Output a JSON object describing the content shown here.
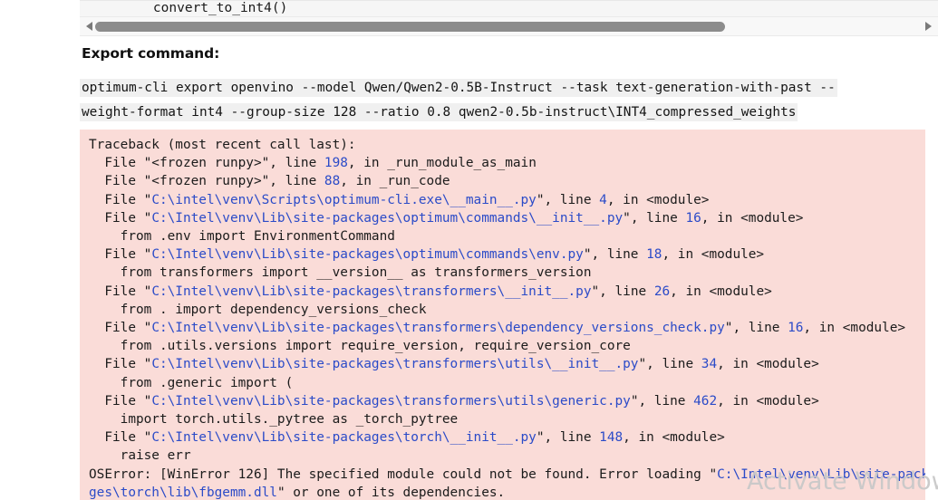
{
  "top_code_block": {
    "visible_line": "    convert_to_int4()"
  },
  "scrollbar": {
    "left_arrow_icon": "triangle-left-icon",
    "right_arrow_icon": "triangle-right-icon",
    "orientation": "horizontal"
  },
  "heading": {
    "export_command": "Export command:"
  },
  "export_command": {
    "line1": "optimum-cli export openvino --model Qwen/Qwen2-0.5B-Instruct --task text-generation-with-past --",
    "line2": "weight-format int4 --group-size 128 --ratio 0.8 qwen2-0.5b-instruct\\INT4_compressed_weights"
  },
  "traceback": {
    "title": "Traceback (most recent call last):",
    "frames": [
      {
        "indent": "  ",
        "prefix": "File \"",
        "path": "<frozen runpy>",
        "path_colored": false,
        "mid": "\", line ",
        "line": "198",
        "suffix": ", in _run_module_as_main",
        "code": null
      },
      {
        "indent": "  ",
        "prefix": "File \"",
        "path": "<frozen runpy>",
        "path_colored": false,
        "mid": "\", line ",
        "line": "88",
        "suffix": ", in _run_code",
        "code": null
      },
      {
        "indent": "  ",
        "prefix": "File \"",
        "path": "C:\\intel\\venv\\Scripts\\optimum-cli.exe\\__main__.py",
        "path_colored": true,
        "mid": "\", line ",
        "line": "4",
        "suffix": ", in <module>",
        "code": null
      },
      {
        "indent": "  ",
        "prefix": "File \"",
        "path": "C:\\Intel\\venv\\Lib\\site-packages\\optimum\\commands\\__init__.py",
        "path_colored": true,
        "mid": "\", line ",
        "line": "16",
        "suffix": ", in <module>",
        "code": "    from .env import EnvironmentCommand"
      },
      {
        "indent": "  ",
        "prefix": "File \"",
        "path": "C:\\Intel\\venv\\Lib\\site-packages\\optimum\\commands\\env.py",
        "path_colored": true,
        "mid": "\", line ",
        "line": "18",
        "suffix": ", in <module>",
        "code": "    from transformers import __version__ as transformers_version"
      },
      {
        "indent": "  ",
        "prefix": "File \"",
        "path": "C:\\Intel\\venv\\Lib\\site-packages\\transformers\\__init__.py",
        "path_colored": true,
        "mid": "\", line ",
        "line": "26",
        "suffix": ", in <module>",
        "code": "    from . import dependency_versions_check"
      },
      {
        "indent": "  ",
        "prefix": "File \"",
        "path": "C:\\Intel\\venv\\Lib\\site-packages\\transformers\\dependency_versions_check.py",
        "path_colored": true,
        "mid": "\", line ",
        "line": "16",
        "suffix": ", in <module>",
        "code": "    from .utils.versions import require_version, require_version_core"
      },
      {
        "indent": "  ",
        "prefix": "File \"",
        "path": "C:\\Intel\\venv\\Lib\\site-packages\\transformers\\utils\\__init__.py",
        "path_colored": true,
        "mid": "\", line ",
        "line": "34",
        "suffix": ", in <module>",
        "code": "    from .generic import ("
      },
      {
        "indent": "  ",
        "prefix": "File \"",
        "path": "C:\\Intel\\venv\\Lib\\site-packages\\transformers\\utils\\generic.py",
        "path_colored": true,
        "mid": "\", line ",
        "line": "462",
        "suffix": ", in <module>",
        "code": "    import torch.utils._pytree as _torch_pytree"
      },
      {
        "indent": "  ",
        "prefix": "File \"",
        "path": "C:\\Intel\\venv\\Lib\\site-packages\\torch\\__init__.py",
        "path_colored": true,
        "mid": "\", line ",
        "line": "148",
        "suffix": ", in <module>",
        "code": "    raise err"
      }
    ],
    "error_line_1_pre": "OSError: [WinError 126] The specified module could not be found. Error loading \"",
    "error_path_part1": "C:\\Intel\\venv\\Lib\\site-packa",
    "error_path_part2": "ges\\torch\\lib\\fbgemm.dll",
    "error_line_2_post": "\" or one of its dependencies."
  },
  "watermark": {
    "text": "Activate Windows"
  },
  "colors": {
    "error_block_bg": "#fadcd8",
    "code_inline_bg": "#f0f0f0",
    "path_link": "#2b4bc8",
    "text": "#1b1b1b",
    "watermark": "#c9c9c9",
    "scrollbar_thumb": "#8c8c8c"
  }
}
